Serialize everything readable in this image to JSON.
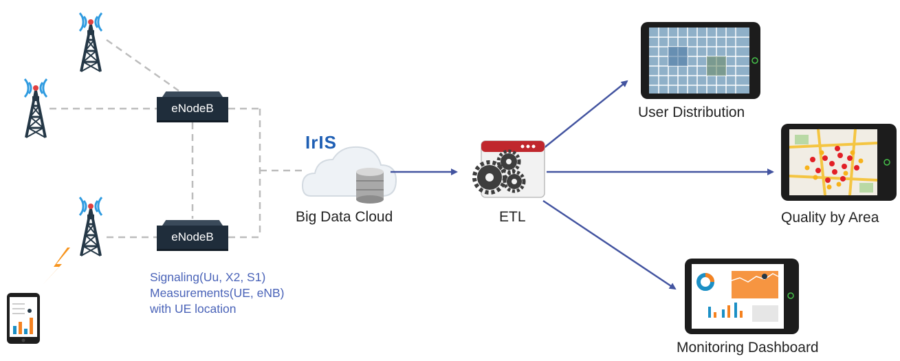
{
  "nodes": {
    "enodeb_top": "eNodeB",
    "enodeb_bottom": "eNodeB",
    "iris_logo": "IrIS",
    "cloud": "Big Data Cloud",
    "etl": "ETL",
    "user_distribution": "User Distribution",
    "quality_by_area": "Quality by Area",
    "monitoring_dashboard": "Monitoring Dashboard"
  },
  "signal_note": {
    "line1": "Signaling(Uu, X2, S1)",
    "line2": "Measurements(UE, eNB)",
    "line3": "with UE location"
  },
  "colors": {
    "tower": "#243746",
    "antenna_wave": "#2f9be0",
    "dashed_link": "#bcbcbc",
    "arrow": "#4354a0",
    "signal_text": "#4a63b8",
    "lightning": "#f7941d",
    "enodeb_box": "#1f2d3b",
    "etl_header": "#c0272d"
  },
  "icons": [
    "cell-tower-icon",
    "lightning-icon",
    "smartphone-icon",
    "cloud-icon",
    "database-icon",
    "gears-icon",
    "tablet-icon"
  ]
}
